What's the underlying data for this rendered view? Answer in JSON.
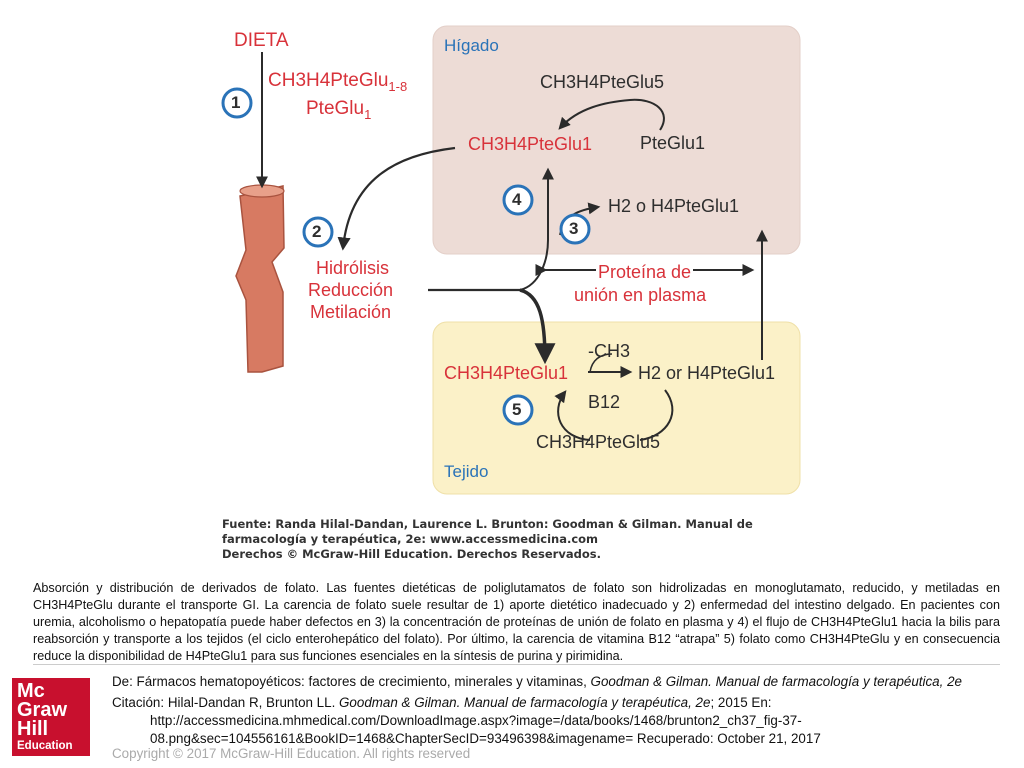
{
  "diagram": {
    "dieta": "DIETA",
    "diet_formula_1": {
      "base": "CH3H4PteGlu",
      "sub": "1-8"
    },
    "diet_formula_2": {
      "base": "PteGlu",
      "sub": "1"
    },
    "higado_label": "Hígado",
    "liver_top_formula": "CH3H4PteGlu5",
    "liver_left_formula": "CH3H4PteGlu1",
    "liver_right_formula": "PteGlu1",
    "liver_h2_formula": "H2 o H4PteGlu1",
    "process_hidrolisis": "Hidrólisis",
    "process_reduccion": "Reducción",
    "process_metilacion": "Metilación",
    "protein_line1": "Proteína de",
    "protein_line2": "unión en plasma",
    "tejido_label": "Tejido",
    "tissue_left_formula": "CH3H4PteGlu1",
    "tissue_ch3": "-CH3",
    "tissue_h2_formula": "H2 or H4PteGlu1",
    "tissue_b12": "B12",
    "tissue_bottom_formula": "CH3H4PteGlu5",
    "steps": [
      "1",
      "2",
      "3",
      "4",
      "5"
    ],
    "colors": {
      "liver_bg": "#eddcd6",
      "tissue_bg": "#fbf1c8",
      "red_text": "#d8323a",
      "step_blue": "#2a73b8",
      "intestine": "#d77a62"
    }
  },
  "source_block": {
    "line1": "Fuente: Randa Hilal-Dandan, Laurence L. Brunton: Goodman & Gilman. Manual de",
    "line2": "farmacología y terapéutica, 2e: www.accessmedicina.com",
    "line3": "Derechos © McGraw-Hill Education. Derechos Reservados."
  },
  "caption": "Absorción y distribución de derivados de folato. Las fuentes dietéticas de poliglutamatos de folato son hidrolizadas en monoglutamato, reducido, y metiladas en CH3H4PteGlu durante el transporte GI. La carencia de folato suele resultar de 1) aporte dietético inadecuado y 2) enfermedad del intestino delgado. En pacientes con uremia, alcoholismo o hepatopatía puede haber defectos en 3) la concentración de proteínas de unión de folato en plasma y 4) el flujo de CH3H4PteGlu1 hacia la bilis para reabsorción y transporte a los tejidos (el ciclo enterohepático del folato). Por último, la carencia de vitamina B12 “atrapa” 5) folato como CH3H4PteGlu y en consecuencia reduce la disponibilidad de H4PteGlu1 para sus funciones esenciales en la síntesis de purina y pirimidina.",
  "footer": {
    "logo_lines": [
      "Mc",
      "Graw",
      "Hill",
      "Education"
    ],
    "line1_prefix": "De: Fármacos hematopoyéticos: factores de crecimiento, minerales y vitaminas, ",
    "line1_italic": "Goodman & Gilman. Manual de farmacología y terapéutica, 2e",
    "line2_prefix": "Citación: Hilal-Dandan R, Brunton LL. ",
    "line2_italic": "Goodman & Gilman. Manual de farmacología y terapéutica, 2e",
    "line2_suffix": "; 2015 En:",
    "line3": "http://accessmedicina.mhmedical.com/DownloadImage.aspx?image=/data/books/1468/brunton2_ch37_fig-37-",
    "line4": "08.png&sec=104556161&BookID=1468&ChapterSecID=93496398&imagename= Recuperado: October 21, 2017",
    "copyright": "Copyright © 2017 McGraw-Hill Education. All rights reserved"
  }
}
